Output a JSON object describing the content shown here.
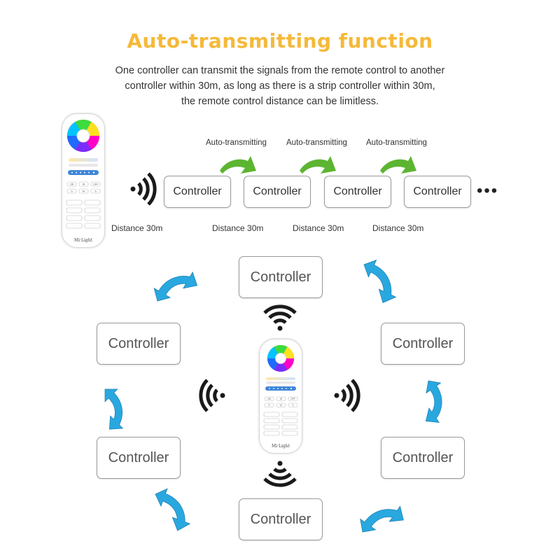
{
  "title": "Auto-transmitting function",
  "subtitle": [
    "One controller can transmit the signals from the remote control to another",
    "controller within 30m, as long as there is a strip controller within 30m,",
    "the remote control distance can be limitless."
  ],
  "chain": {
    "controller_label": "Controller",
    "auto_label": "Auto-transmitting",
    "distance_label": "Distance 30m",
    "more_symbol": "•••"
  },
  "circle": {
    "controller_label": "Controller"
  },
  "remote": {
    "brand": "Mi·Light",
    "buttons_row1": [
      "ON",
      "W",
      "OFF"
    ],
    "buttons_row2": [
      "S",
      "M",
      "S"
    ]
  },
  "colors": {
    "title": "#f5b93a",
    "green_arrow": "#5cb531",
    "blue_arrow": "#29a8e0",
    "wave": "#1a1a1a"
  }
}
